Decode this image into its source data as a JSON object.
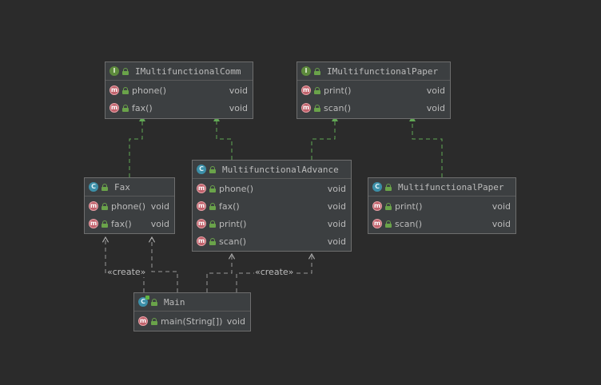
{
  "nodes": {
    "comm": {
      "kind_letter": "I",
      "name": "IMultifunctionalComm",
      "methods": [
        {
          "name": "phone()",
          "type": "void"
        },
        {
          "name": "fax()",
          "type": "void"
        }
      ]
    },
    "paper_iface": {
      "kind_letter": "I",
      "name": "IMultifunctionalPaper",
      "methods": [
        {
          "name": "print()",
          "type": "void"
        },
        {
          "name": "scan()",
          "type": "void"
        }
      ]
    },
    "fax": {
      "kind_letter": "C",
      "name": "Fax",
      "methods": [
        {
          "name": "phone()",
          "type": "void"
        },
        {
          "name": "fax()",
          "type": "void"
        }
      ]
    },
    "advance": {
      "kind_letter": "C",
      "name": "MultifunctionalAdvance",
      "methods": [
        {
          "name": "phone()",
          "type": "void"
        },
        {
          "name": "fax()",
          "type": "void"
        },
        {
          "name": "print()",
          "type": "void"
        },
        {
          "name": "scan()",
          "type": "void"
        }
      ]
    },
    "paper": {
      "kind_letter": "C",
      "name": "MultifunctionalPaper",
      "methods": [
        {
          "name": "print()",
          "type": "void"
        },
        {
          "name": "scan()",
          "type": "void"
        }
      ]
    },
    "main": {
      "kind_letter": "C",
      "name": "Main",
      "methods": [
        {
          "name": "main(String[])",
          "type": "void"
        }
      ]
    }
  },
  "method_icon_letter": "m",
  "edges": {
    "create_label": "«create»"
  },
  "colors": {
    "background": "#2b2b2b",
    "node_fill": "#3c3f41",
    "implements_edge": "#62a855",
    "dependency_edge": "#9a9a9a"
  }
}
